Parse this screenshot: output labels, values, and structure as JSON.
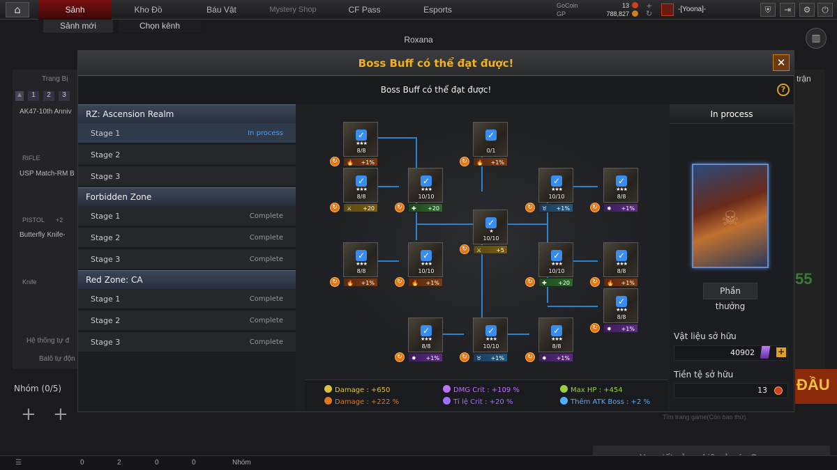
{
  "topbar": {
    "tabs": [
      {
        "label": "Sảnh"
      },
      {
        "label": "Kho Đồ"
      },
      {
        "label": "Báu Vật"
      },
      {
        "label": "Mystery Shop"
      },
      {
        "label": "CF Pass"
      },
      {
        "label": "Esports"
      }
    ],
    "sub_tabs": [
      {
        "label": "Sảnh mới"
      },
      {
        "label": "Chọn kênh"
      }
    ],
    "gocoin_label": "GoCoin",
    "gocoin_value": "13",
    "gp_label": "GP",
    "gp_value": "788,827",
    "player_name": "-[Yoona]-"
  },
  "background": {
    "room_name": "Roxana",
    "equip_tab": "Trang Bị",
    "equip_nums": [
      "1",
      "2",
      "3"
    ],
    "weapon1": "AK47-10th Anniv",
    "weapon1_type": "RIFLE",
    "weapon2": "USP Match-RM B",
    "weapon2_type": "PISTOL",
    "weapon2_extra": "+2",
    "weapon3": "Butterfly Knife-",
    "weapon3_type": "Knife",
    "system_text": "Hệ thống tự đ",
    "balo_text": "Balô tự độn",
    "right_tran": "trận",
    "right_num": "55",
    "right_dau": "ĐẦU",
    "right_hint": "Tìm trang game(Còn bao thứ)",
    "group_label": "Nhóm (0/5)",
    "season_button": "Xem tất cả sự kiện ở các Season",
    "bottom_nhom": "Nhóm",
    "bottom_counts": [
      "0",
      "2",
      "0",
      "0"
    ]
  },
  "modal": {
    "title": "Boss Buff có thể đạt được!",
    "subtitle": "Boss Buff có thể đạt được!",
    "close_label": "✕",
    "help_label": "?",
    "groups": [
      {
        "name": "RZ: Ascension Realm",
        "stages": [
          {
            "label": "Stage 1",
            "status": "In process"
          },
          {
            "label": "Stage 2",
            "status": ""
          },
          {
            "label": "Stage 3",
            "status": ""
          }
        ]
      },
      {
        "name": "Forbidden Zone",
        "stages": [
          {
            "label": "Stage 1",
            "status": "Complete"
          },
          {
            "label": "Stage 2",
            "status": "Complete"
          },
          {
            "label": "Stage 3",
            "status": "Complete"
          }
        ]
      },
      {
        "name": "Red Zone: CA",
        "stages": [
          {
            "label": "Stage 1",
            "status": "Complete"
          },
          {
            "label": "Stage 2",
            "status": "Complete"
          },
          {
            "label": "Stage 3",
            "status": "Complete"
          }
        ]
      }
    ],
    "nodes": [
      {
        "count": "8/8",
        "stars": "★★★",
        "buff": "+1%",
        "type": "fire"
      },
      {
        "count": "0/1",
        "stars": "",
        "buff": "+1%",
        "type": "fire"
      },
      {
        "count": "8/8",
        "stars": "★★★",
        "buff": "+20",
        "type": "dmg"
      },
      {
        "count": "10/10",
        "stars": "★★★",
        "buff": "+20",
        "type": "hp"
      },
      {
        "count": "10/10",
        "stars": "★★★",
        "buff": "+1%",
        "type": "boss"
      },
      {
        "count": "8/8",
        "stars": "★★★",
        "buff": "+1%",
        "type": "crit"
      },
      {
        "count": "10/10",
        "stars": "★",
        "buff": "+5",
        "type": "dmg"
      },
      {
        "count": "8/8",
        "stars": "★★★",
        "buff": "+1%",
        "type": "fire"
      },
      {
        "count": "10/10",
        "stars": "★★★",
        "buff": "+1%",
        "type": "fire"
      },
      {
        "count": "10/10",
        "stars": "★★★",
        "buff": "+20",
        "type": "hp"
      },
      {
        "count": "8/8",
        "stars": "★★★",
        "buff": "+1%",
        "type": "fire"
      },
      {
        "count": "8/8",
        "stars": "★★★",
        "buff": "+1%",
        "type": "crit"
      },
      {
        "count": "8/8",
        "stars": "★★★",
        "buff": "+1%",
        "type": "crit"
      },
      {
        "count": "10/10",
        "stars": "★★★",
        "buff": "+1%",
        "type": "boss"
      },
      {
        "count": "8/8",
        "stars": "★★★",
        "buff": "+1%",
        "type": "crit"
      }
    ],
    "stats": [
      {
        "label": "Damage : +650",
        "color": "#e0c040"
      },
      {
        "label": "Damage : +222 %",
        "color": "#e07820"
      },
      {
        "label": "DMG Crit : +109 %",
        "color": "#c070ff"
      },
      {
        "label": "Tỉ lệ Crit : +20 %",
        "color": "#a070ff"
      },
      {
        "label": "Max HP : +454",
        "color": "#9ad040"
      },
      {
        "label": "Thêm ATK Boss : +2 %",
        "color": "#50b0ff"
      }
    ],
    "right": {
      "status_title": "In process",
      "reward_button": "Phần thưởng",
      "material_label": "Vật liệu sở hữu",
      "material_value": "40902",
      "currency_label": "Tiền tệ sở hữu",
      "currency_value": "13"
    }
  },
  "colors": {
    "accent": "#f0b020",
    "link_blue": "#3a8df0",
    "connector": "#2a8ee0"
  }
}
